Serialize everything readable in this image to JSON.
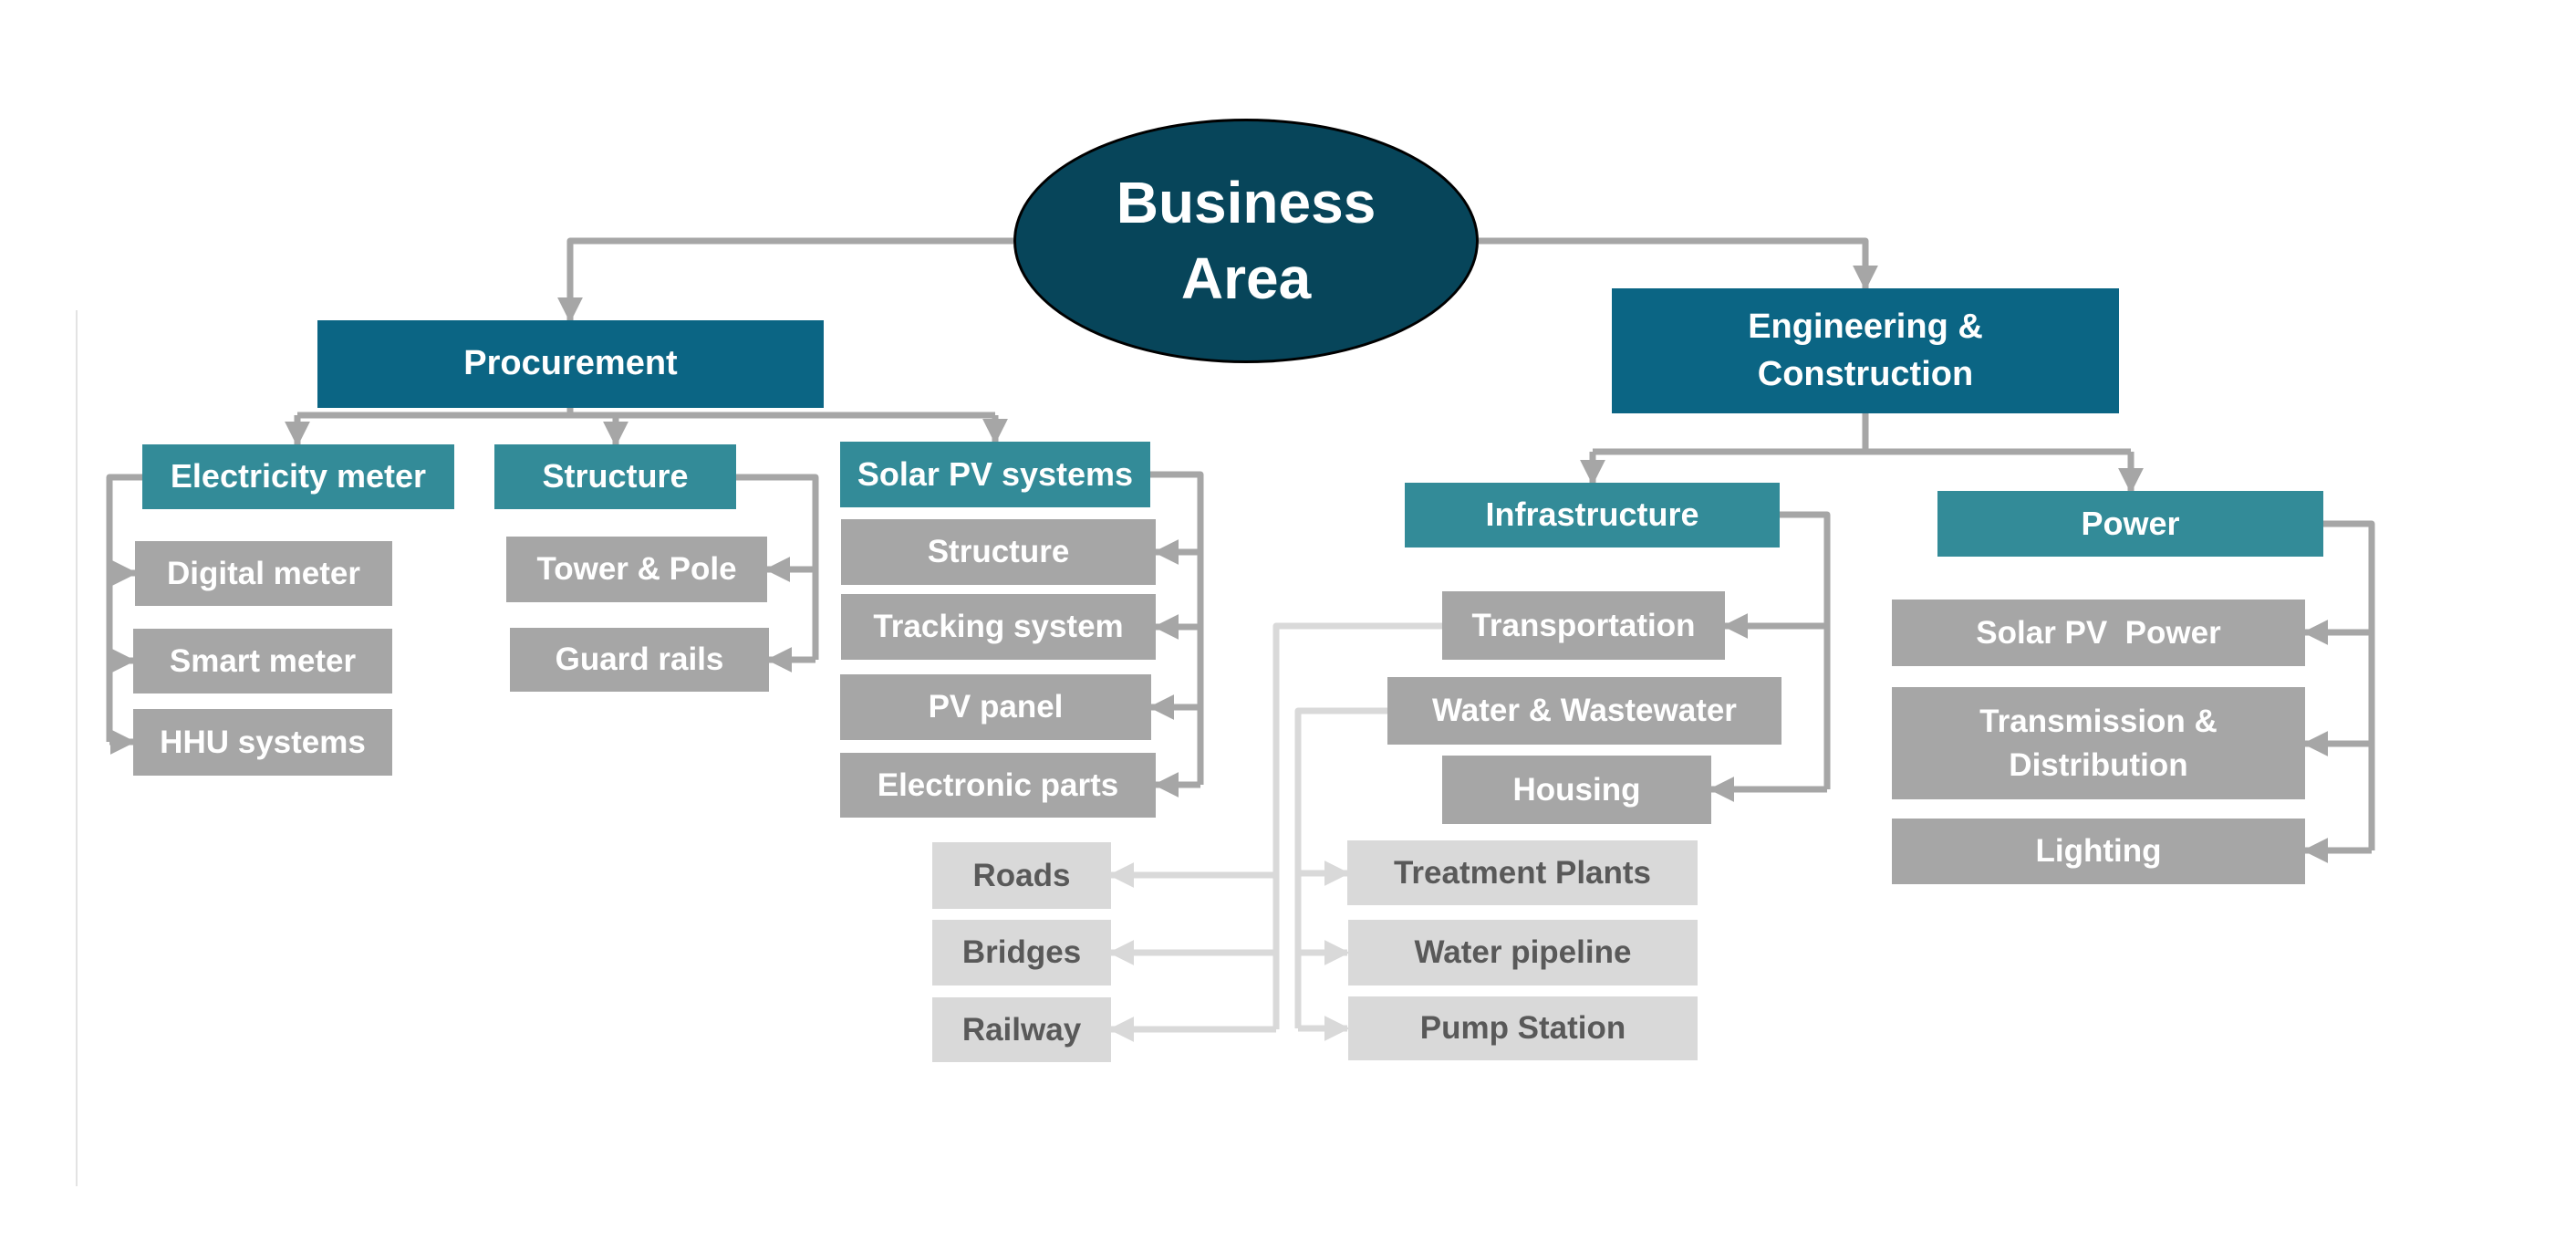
{
  "title": "Business Area",
  "colors": {
    "root": "#07455a",
    "level1": "#0b6584",
    "level2": "#338b98",
    "level3": "#a6a6a6",
    "level4": "#d9d9d9",
    "connector": "#a6a6a6",
    "connector_light": "#d9d9d9"
  },
  "root": {
    "label": "Business\nArea"
  },
  "procurement": {
    "label": "Procurement",
    "children": [
      {
        "label": "Electricity meter",
        "items": [
          "Digital meter",
          "Smart meter",
          "HHU systems"
        ]
      },
      {
        "label": "Structure",
        "items": [
          "Tower & Pole",
          "Guard rails"
        ]
      },
      {
        "label": "Solar PV systems",
        "items": [
          "Structure",
          "Tracking system",
          "PV panel",
          "Electronic parts"
        ]
      }
    ]
  },
  "engineering": {
    "label": "Engineering &\nConstruction",
    "children": [
      {
        "label": "Infrastructure",
        "items": [
          {
            "label": "Transportation",
            "items": [
              "Roads",
              "Bridges",
              "Railway"
            ]
          },
          {
            "label": "Water & Wastewater",
            "items": [
              "Treatment Plants",
              "Water pipeline",
              "Pump Station"
            ]
          },
          {
            "label": "Housing"
          }
        ]
      },
      {
        "label": "Power",
        "items": [
          "Solar PV  Power",
          "Transmission &\nDistribution",
          "Lighting"
        ]
      }
    ]
  }
}
